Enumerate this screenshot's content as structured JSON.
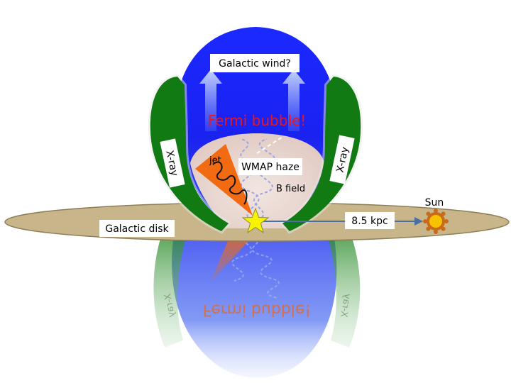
{
  "diagram": {
    "labels": {
      "galactic_wind": "Galactic wind?",
      "fermi_bubble": "Fermi bubble!",
      "fermi_bubble_reflection": "Fermi bubble!",
      "xray_left": "X-ray",
      "xray_right": "X-ray",
      "xray_left_reflection": "X-ray",
      "xray_right_reflection": "X-ray",
      "jet": "jet",
      "wmap_haze": "WMAP haze",
      "b_field": "B field",
      "galactic_disk": "Galactic disk",
      "distance": "8.5 kpc",
      "sun": "Sun"
    },
    "colors": {
      "bubble": "#1414ee",
      "bubble_light": "#7f8ff6",
      "haze": "#ead8d2",
      "xray_green": "#127a12",
      "disk": "#c8b68a",
      "disk_edge": "#8e7d59",
      "jet": "#f26a12",
      "star": "#f7f200",
      "fermi_text": "#e81818",
      "arrow_line": "#4a6fa3",
      "sun_core": "#f7c300",
      "sun_rays": "#c96a18"
    }
  }
}
